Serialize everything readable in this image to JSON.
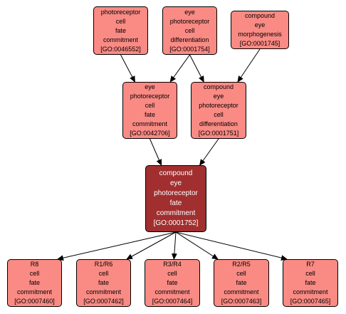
{
  "colors": {
    "node_fill": "#fa8a84",
    "focus_fill": "#a12f2f",
    "border": "#000000",
    "edge": "#000000"
  },
  "nodes": {
    "go0046552": {
      "label": "photoreceptor\ncell\nfate\ncommitment",
      "id": "[GO:0046552]"
    },
    "go0001754": {
      "label": "eye\nphotoreceptor\ncell\ndifferentiation",
      "id": "[GO:0001754]"
    },
    "go0001745": {
      "label": "compound\neye\nmorphogenesis",
      "id": "[GO:0001745]"
    },
    "go0042706": {
      "label": "eye\nphotoreceptor\ncell\nfate\ncommitment",
      "id": "[GO:0042706]"
    },
    "go0001751": {
      "label": "compound\neye\nphotoreceptor\ncell\ndifferentiation",
      "id": "[GO:0001751]"
    },
    "go0001752": {
      "label": "compound\neye\nphotoreceptor\nfate\ncommitment",
      "id": "[GO:0001752]"
    },
    "go0007460": {
      "label": "R8\ncell\nfate\ncommitment",
      "id": "[GO:0007460]"
    },
    "go0007462": {
      "label": "R1/R6\ncell\nfate\ncommitment",
      "id": "[GO:0007462]"
    },
    "go0007464": {
      "label": "R3/R4\ncell\nfate\ncommitment",
      "id": "[GO:0007464]"
    },
    "go0007463": {
      "label": "R2/R5\ncell\nfate\ncommitment",
      "id": "[GO:0007463]"
    },
    "go0007465": {
      "label": "R7\ncell\nfate\ncommitment",
      "id": "[GO:0007465]"
    }
  },
  "edges": [
    {
      "from": "go0046552",
      "to": "go0042706"
    },
    {
      "from": "go0001754",
      "to": "go0042706"
    },
    {
      "from": "go0001754",
      "to": "go0001751"
    },
    {
      "from": "go0001745",
      "to": "go0001751"
    },
    {
      "from": "go0042706",
      "to": "go0001752"
    },
    {
      "from": "go0001751",
      "to": "go0001752"
    },
    {
      "from": "go0001752",
      "to": "go0007460"
    },
    {
      "from": "go0001752",
      "to": "go0007462"
    },
    {
      "from": "go0001752",
      "to": "go0007464"
    },
    {
      "from": "go0001752",
      "to": "go0007463"
    },
    {
      "from": "go0001752",
      "to": "go0007465"
    }
  ]
}
